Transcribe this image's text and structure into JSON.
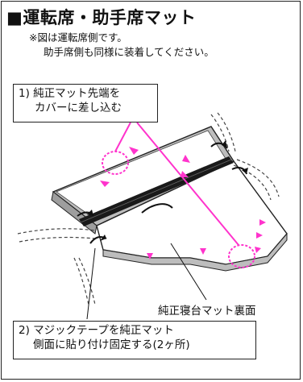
{
  "title": "■運転席・助手席マット",
  "notes": [
    "※図は運転席側です。",
    "助手席側も同様に装着してください。"
  ],
  "step1": {
    "line1": "1) 純正マット先端を",
    "line2": "カバーに差し込む"
  },
  "step2": {
    "line1": "2) マジックテープを純正マット",
    "line2": "側面に貼り付け固定する(2ヶ所)"
  },
  "label_underside": "純正寝台マット裏面",
  "colors": {
    "accent": "#ff33cc",
    "outline": "#222222",
    "cover_gray": "#bdbdbd",
    "dark_band": "#1a1a1a"
  }
}
